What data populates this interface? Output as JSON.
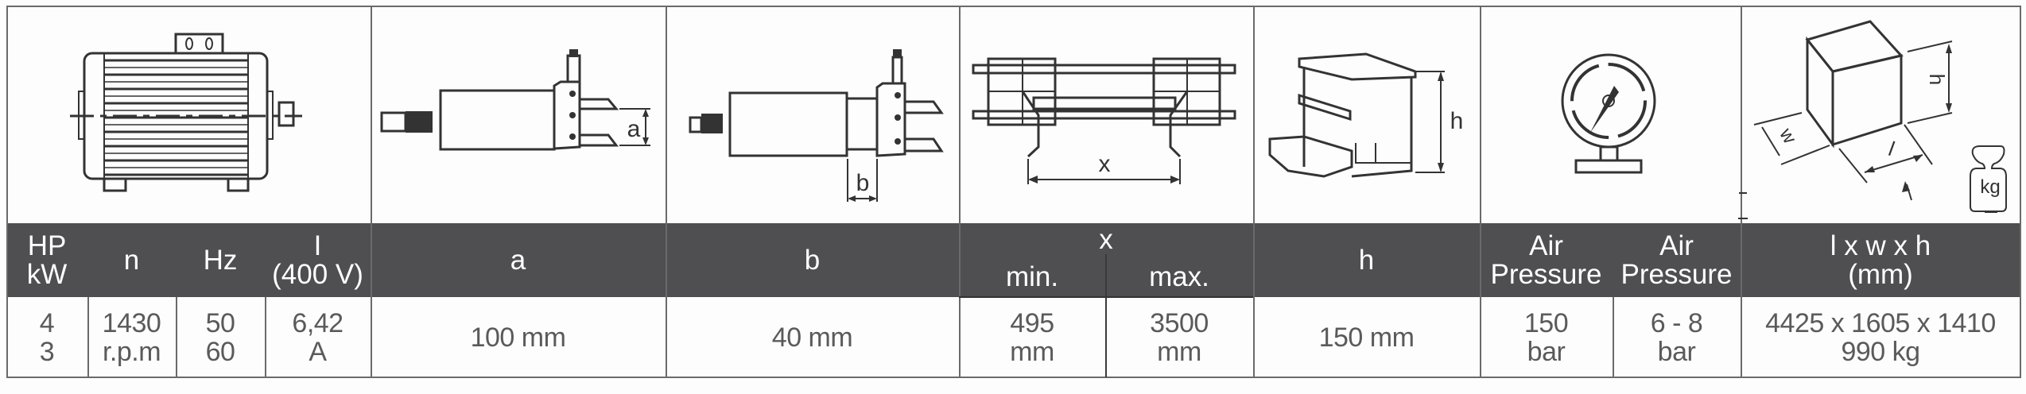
{
  "icons": {
    "motor": "electric-motor-icon",
    "clamp_a": "cylinder-a-dimension-icon",
    "clamp_b": "cylinder-b-dimension-icon",
    "x_span": "x-span-icon",
    "h_profile": "profile-height-icon",
    "gauge": "pressure-gauge-icon",
    "box": "dimensions-box-icon",
    "weight": "weight-kg-icon"
  },
  "diagram_labels": {
    "a": "a",
    "b": "b",
    "x": "x",
    "h": "h",
    "box_h": "h",
    "box_w": "w",
    "box_l": "l",
    "kg": "kg"
  },
  "header": {
    "hp": [
      "HP",
      "kW"
    ],
    "n": "n",
    "hz": "Hz",
    "i": [
      "I",
      "(400 V)"
    ],
    "a": "a",
    "b": "b",
    "x": "x",
    "x_min": "min.",
    "x_max": "max.",
    "h": "h",
    "air1": [
      "Air",
      "Pressure"
    ],
    "air2": [
      "Air",
      "Pressure"
    ],
    "lwh": [
      "l x w x h",
      "(mm)"
    ]
  },
  "row": {
    "hp": [
      "4",
      "3"
    ],
    "n": [
      "1430",
      "r.p.m"
    ],
    "hz": [
      "50",
      "60"
    ],
    "i": [
      "6,42",
      "A"
    ],
    "a": "100 mm",
    "b": "40 mm",
    "x_min": [
      "495",
      "mm"
    ],
    "x_max": [
      "3500",
      "mm"
    ],
    "h": "150 mm",
    "air1": [
      "150",
      "bar"
    ],
    "air2": [
      "6 - 8",
      "bar"
    ],
    "lwh": [
      "4425 x 1605 x 1410",
      "990 kg"
    ]
  },
  "colors": {
    "header_bg": "#4f4f51",
    "header_text": "#ffffff",
    "data_text": "#5a5a5a",
    "lines": "#6a6a6a"
  }
}
